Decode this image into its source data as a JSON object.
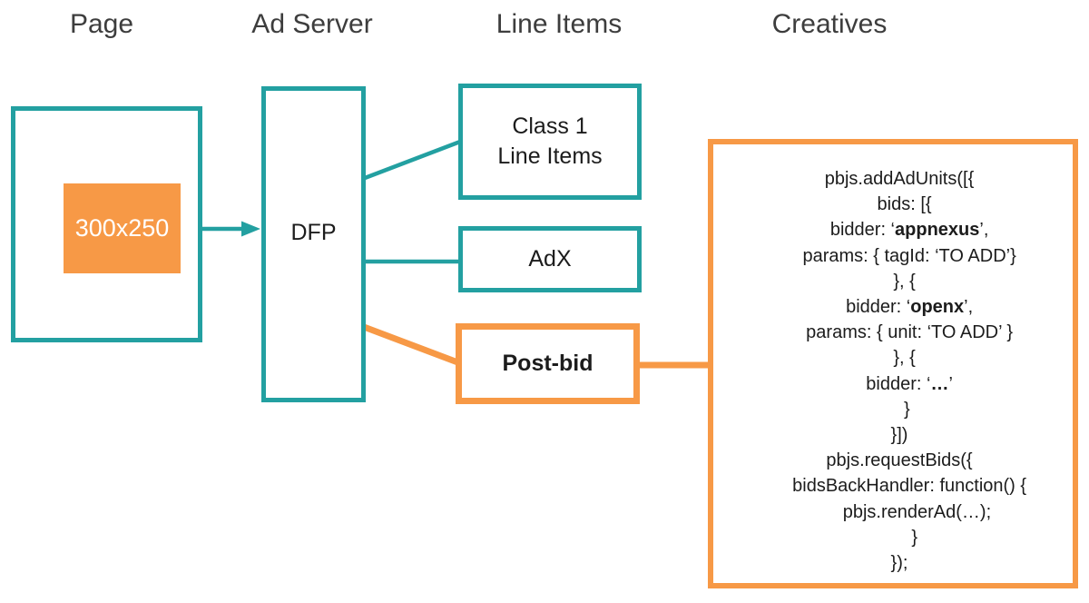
{
  "colors": {
    "teal": "#23a0a1",
    "orange": "#f79946",
    "header_text": "#3d3d3d",
    "label_text": "#1c1c1c"
  },
  "headers": {
    "page": "Page",
    "ad_server": "Ad Server",
    "line_items": "Line Items",
    "creatives": "Creatives"
  },
  "diagram": {
    "ad_slot_label": "300x250",
    "ad_server_label": "DFP",
    "class1_line1": "Class 1",
    "class1_line2": "Line Items",
    "adx_label": "AdX",
    "postbid_label": "Post-bid"
  },
  "code": {
    "lines": [
      [
        {
          "t": "pbjs.addAdUnits([{"
        }
      ],
      [
        {
          "t": "  bids: [{"
        }
      ],
      [
        {
          "t": "    bidder: ‘"
        },
        {
          "t": "appnexus",
          "b": true
        },
        {
          "t": "’,"
        }
      ],
      [
        {
          "t": "    params: { tagId: ‘TO ADD’}"
        }
      ],
      [
        {
          "t": "  }, {"
        }
      ],
      [
        {
          "t": "    bidder: ‘"
        },
        {
          "t": "openx",
          "b": true
        },
        {
          "t": "’,"
        }
      ],
      [
        {
          "t": "    params: { unit: ‘TO ADD’ }"
        }
      ],
      [
        {
          "t": "  }, {"
        }
      ],
      [
        {
          "t": "    bidder: ‘"
        },
        {
          "t": "…",
          "b": true
        },
        {
          "t": "’"
        }
      ],
      [
        {
          "t": "   }"
        }
      ],
      [
        {
          "t": "}])"
        }
      ],
      [
        {
          "t": "pbjs.requestBids({"
        }
      ],
      [
        {
          "t": "    bidsBackHandler: function() {"
        }
      ],
      [
        {
          "t": "       pbjs.renderAd(…);"
        }
      ],
      [
        {
          "t": "      }"
        }
      ],
      [
        {
          "t": "});"
        }
      ]
    ]
  }
}
